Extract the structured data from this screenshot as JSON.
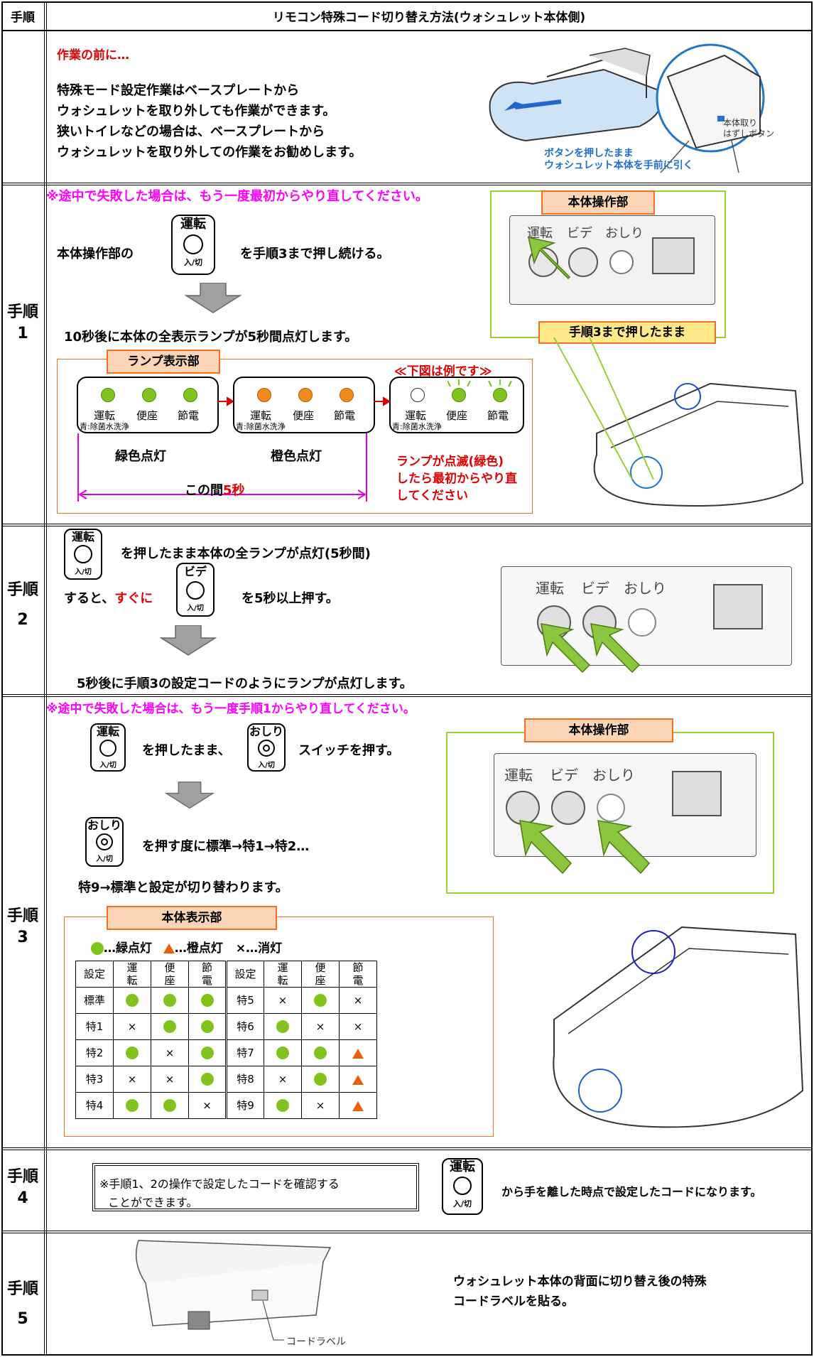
{
  "header": {
    "step_col": "手順",
    "title": "リモコン特殊コード切り替え方法(ウォシュレット本体側)"
  },
  "intro": {
    "heading": "作業の前に…",
    "lines": [
      "特殊モード設定作業はベースプレートから",
      "ウォシュレットを取り外しても作業ができます。",
      "狭いトイレなどの場合は、ベースプレートから",
      "ウォシュレットを取り外しての作業をお勧めします。"
    ],
    "caption1": "ボタンを押したまま",
    "caption2": "ウォシュレット本体を手前に引く",
    "caption3": "本体取り",
    "caption4": "はずしボタン"
  },
  "step1": {
    "label": "手順",
    "num": "1",
    "warning": "※途中で失敗した場合は、もう一度最初からやり直してください。",
    "text_a": "本体操作部の",
    "text_b": "を手順3まで押し続ける。",
    "result": "10秒後に本体の全表示ランプが5秒間点灯します。",
    "lamp_tag": "ランプ表示部",
    "example": "≪下図は例です≫",
    "lamp_labels": [
      "運転",
      "便座",
      "節電"
    ],
    "lamp_sub": "青:除菌水洗浄",
    "green_label": "緑色点灯",
    "orange_label": "橙色点灯",
    "retry": [
      "ランプが点滅(緑色)",
      "したら最初からやり直",
      "してください"
    ],
    "interval_a": "この間",
    "interval_b": "5秒",
    "panel_tag": "本体操作部",
    "callout": "手順3まで押したまま"
  },
  "buttons": {
    "unten": "運転",
    "bidet": "ビデ",
    "oshiri": "おしり",
    "onoff": "入/切"
  },
  "step2": {
    "label": "手順",
    "num": "2",
    "line1": "を押したまま本体の全ランプが点灯(5秒間)",
    "line2a": "すると、",
    "line2b": "すぐに",
    "line2c": "を5秒以上押す。",
    "result": "5秒後に手順3の設定コードのようにランプが点灯します。"
  },
  "step3": {
    "label": "手順",
    "num": "3",
    "warning": "※途中で失敗した場合は、もう一度手順1からやり直してください。",
    "line1a": "を押したまま、",
    "line1b": "スイッチを押す。",
    "line2": "を押す度に標準→特1→特2…",
    "line3": "特9→標準と設定が切り替わります。",
    "display_tag": "本体表示部",
    "panel_tag": "本体操作部",
    "legend": {
      "green": "…緑点灯",
      "orange": "…橙点灯",
      "off": "×…消灯"
    },
    "table_headers": [
      "設定",
      "運\n転",
      "便\n座",
      "節\n電",
      "設定",
      "運\n転",
      "便\n座",
      "節\n電"
    ],
    "rows": [
      [
        "標準",
        "g",
        "g",
        "g",
        "特5",
        "x",
        "g",
        "x"
      ],
      [
        "特1",
        "x",
        "g",
        "g",
        "特6",
        "g",
        "x",
        "x"
      ],
      [
        "特2",
        "g",
        "x",
        "g",
        "特7",
        "g",
        "g",
        "o"
      ],
      [
        "特3",
        "x",
        "x",
        "g",
        "特8",
        "x",
        "g",
        "o"
      ],
      [
        "特4",
        "g",
        "g",
        "x",
        "特9",
        "g",
        "x",
        "o"
      ]
    ],
    "off_mark": "×"
  },
  "step4": {
    "label": "手順",
    "num": "4",
    "note1": "※手順1、2の操作で設定したコードを確認する",
    "note2": "ことができます。",
    "text": "から手を離した時点で設定したコードになります。"
  },
  "step5": {
    "label": "手順",
    "num": "5",
    "text1": "ウォシュレット本体の背面に切り替え後の特殊",
    "text2": "コードラベルを貼る。",
    "code_label": "コードラベル"
  },
  "colors": {
    "green": "#7fc31c",
    "orange": "#f08a1c",
    "magenta": "#ff00ff",
    "red": "#e00000",
    "tag_fill": "#fbd5b5"
  }
}
